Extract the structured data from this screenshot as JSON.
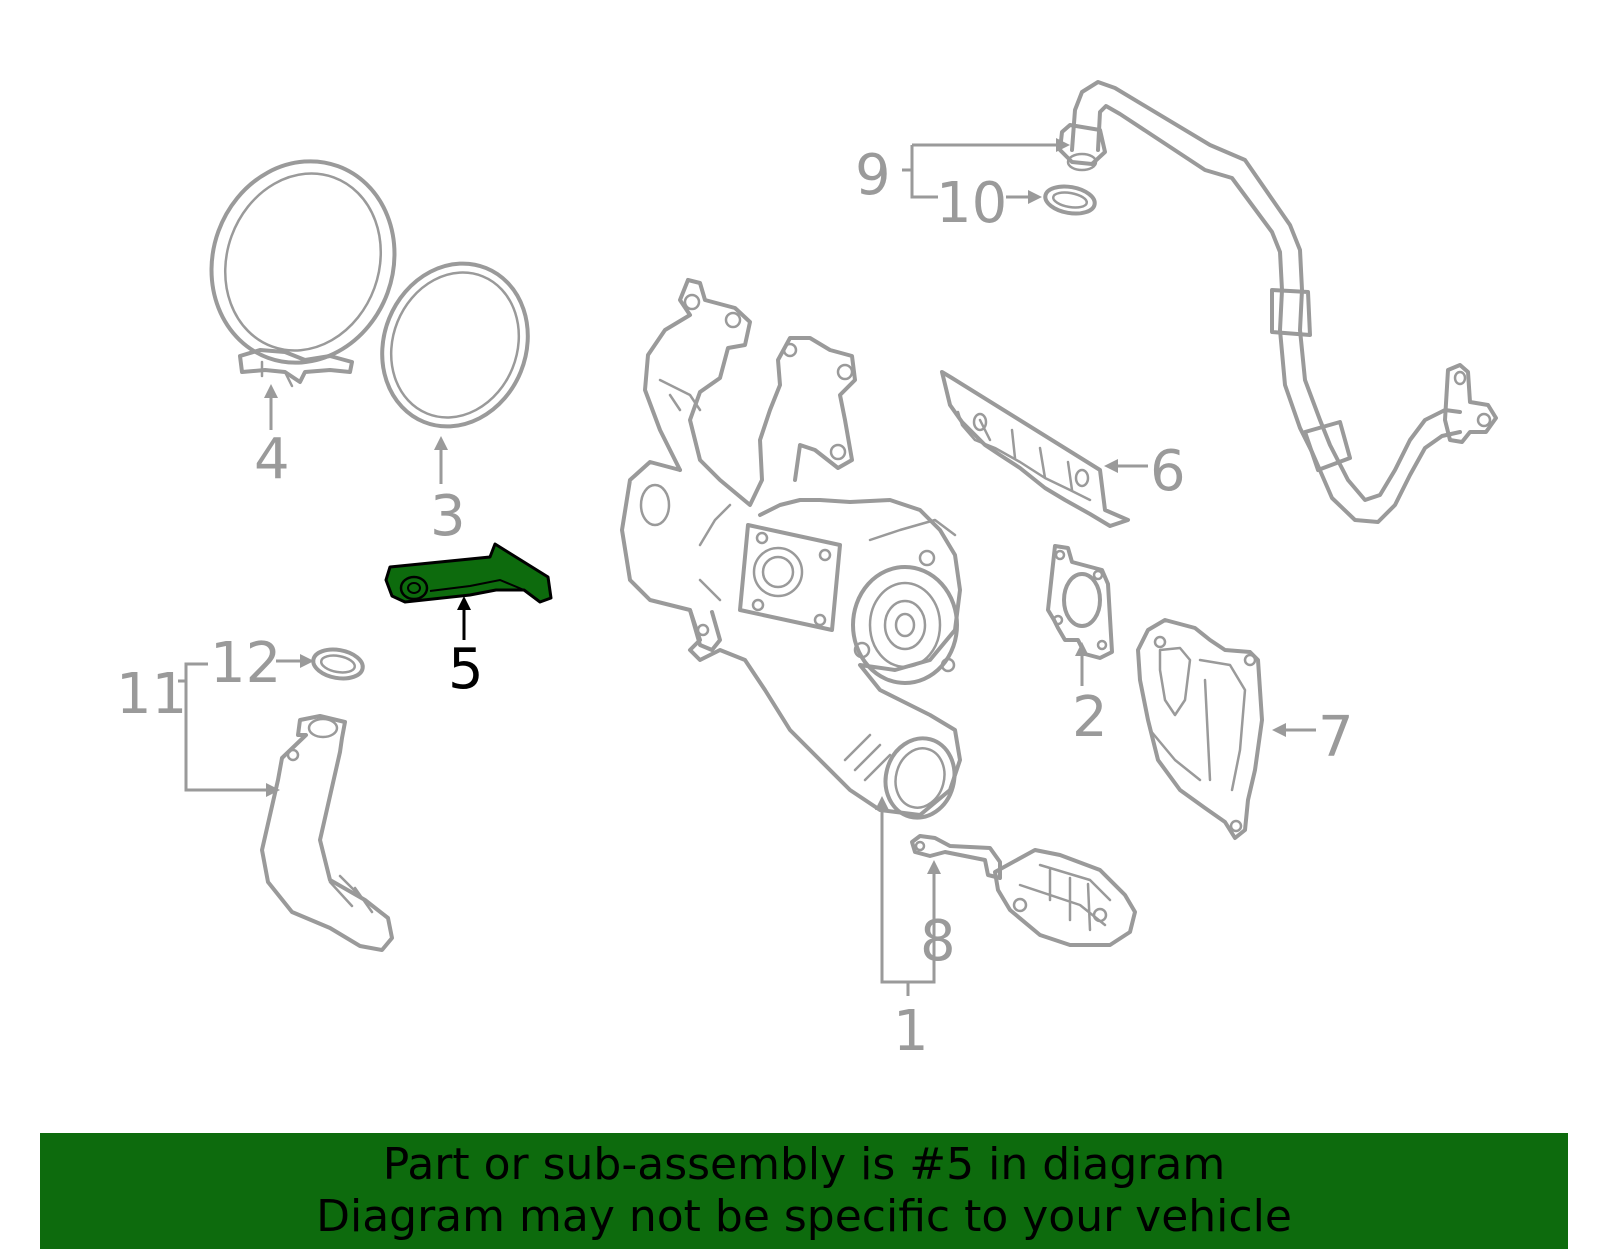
{
  "highlight_color": "#0d6b0d",
  "banner": {
    "background": "#0d6b0d",
    "line1": "Part or sub-assembly is #5 in diagram",
    "line2": "Diagram may not be specific to your vehicle"
  },
  "callouts": {
    "c1": "1",
    "c2": "2",
    "c3": "3",
    "c4": "4",
    "c5": "5",
    "c6": "6",
    "c7": "7",
    "c8": "8",
    "c9": "9",
    "c10": "10",
    "c11": "11",
    "c12": "12"
  },
  "highlighted_part": "5"
}
